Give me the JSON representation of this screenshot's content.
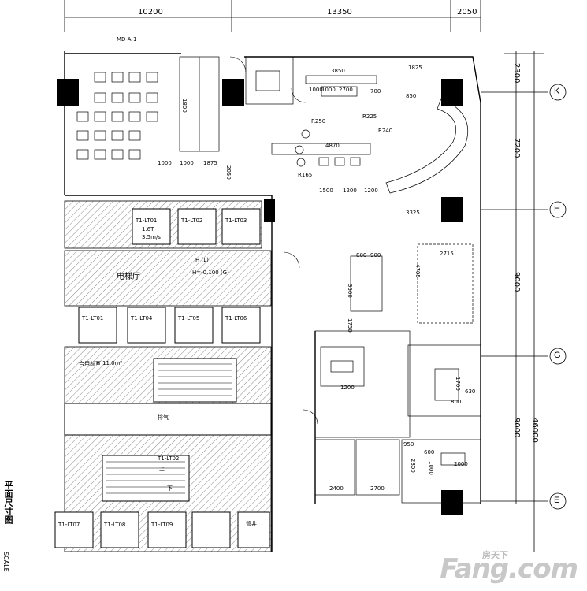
{
  "top_dimensions": [
    "10200",
    "13350",
    "2050"
  ],
  "right_dimensions": [
    "2300",
    "7200",
    "9000",
    "9000"
  ],
  "total_dimension": "46000",
  "axis_labels": [
    "K",
    "H",
    "G",
    "E"
  ],
  "sheet_ref": "MD-A-1",
  "drawing_title": "平面尺寸图",
  "scale_label": "SCALE",
  "elevator_hall": "电梯厅",
  "level_h": "H (L)",
  "level_g": "H=-0.100 (G)",
  "elevators_top": [
    "T1-LT01",
    "T1-LT02",
    "T1-LT03"
  ],
  "elevators_mid": [
    "T1-LT01",
    "T1-LT04",
    "T1-LT05",
    "T1-LT06"
  ],
  "elevators_bottom": [
    "T1-LT07",
    "T1-LT08",
    "T1-LT09"
  ],
  "elevator_spec": [
    "1.6T",
    "3.5m/s"
  ],
  "shaft_label": "合用前室",
  "shaft_area": "11.0m²",
  "stair_up": "上",
  "stair_down": "下",
  "misc_labels": [
    "排气",
    "管井",
    "T1-LT02"
  ],
  "interior_dims": [
    "3850",
    "2700",
    "1000",
    "1000",
    "850",
    "1825",
    "1800",
    "4870",
    "700",
    "R250",
    "R225",
    "R240",
    "R165",
    "1000",
    "1875",
    "1000",
    "2050",
    "1500",
    "1200",
    "1200",
    "3325",
    "800",
    "900",
    "3500",
    "2715",
    "4705",
    "1750",
    "1200",
    "1700",
    "630",
    "800",
    "950",
    "600",
    "2300",
    "2000",
    "1000",
    "2400",
    "2700"
  ],
  "watermark": "Fang.com",
  "watermark_sub": "房天下"
}
